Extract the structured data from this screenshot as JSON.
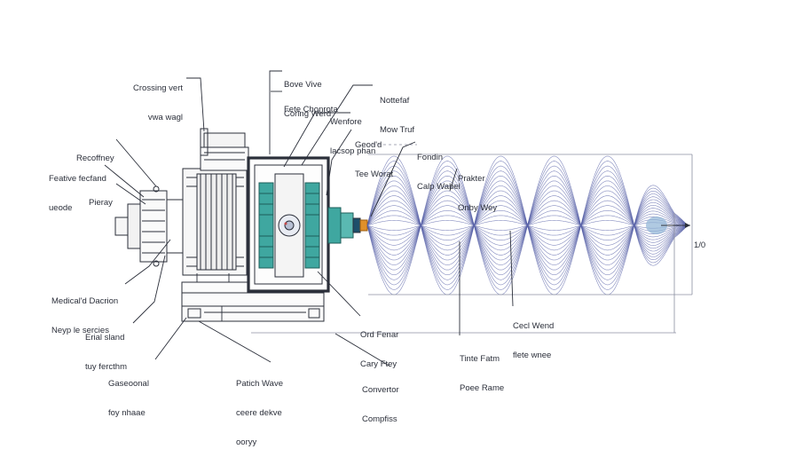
{
  "diagram": {
    "colors": {
      "ink": "#2b2f3a",
      "wave": "#5a63a8",
      "accent_teal": "#3fa7a0",
      "accent_orange": "#e0902a",
      "accent_blue": "#8fb3d6"
    },
    "labels": {
      "crossing_wire": [
        "Crossing vert",
        "vwa wagl"
      ],
      "base_line": [
        "Bove Vive",
        "Coring Werd"
      ],
      "fete": "Fete Chonrota",
      "notefad": [
        "Nottefaf",
        "Mow Truf"
      ],
      "wenfore": [
        "Wenfore",
        "lacsop phan"
      ],
      "geod": [
        "Geod'd",
        "Tee Worat"
      ],
      "fondin": [
        "Fondin",
        "Calp Wabel"
      ],
      "pracer": [
        "Prakter",
        "Onby Wey"
      ],
      "recofney": "Recoffney",
      "festive": [
        "Feative fecfand",
        "ueode"
      ],
      "pieray": "Pieray",
      "medicat": [
        "Medical'd Dacrion",
        "Neyp le sercies"
      ],
      "errial": [
        "Erial sland",
        "tuy fercthm"
      ],
      "geeed": [
        "Gaseoonal",
        "foy nhaae"
      ],
      "patich": [
        "Patich Wave",
        "ceere dekve",
        "ooryy"
      ],
      "ord_fener": [
        "Ord Fenar",
        "Cary Ftey"
      ],
      "cecl_wend": [
        "Cecl Wend",
        "flete wnee"
      ],
      "tinte_fatm": [
        "Tinte Fatm",
        "Poee Rame"
      ],
      "conventor": [
        "Convertor",
        "Compfiss"
      ],
      "dimension": "1/0"
    }
  }
}
